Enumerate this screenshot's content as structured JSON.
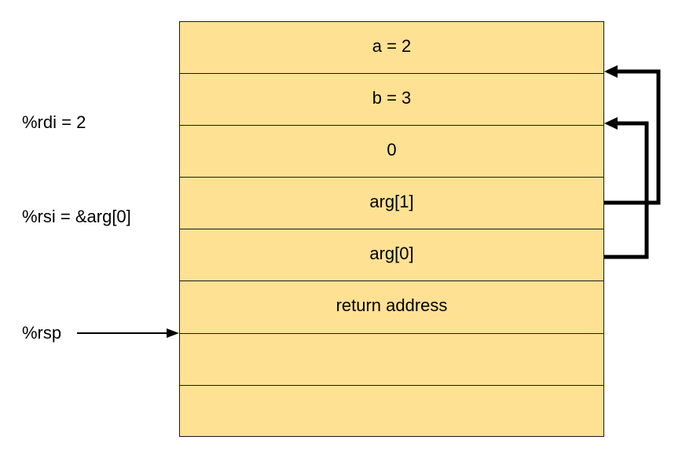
{
  "registers": {
    "rdi": "%rdi = 2",
    "rsi": "%rsi = &arg[0]",
    "rsp": "%rsp"
  },
  "stack": {
    "slots": [
      "a = 2",
      "b = 3",
      "0",
      "arg[1]",
      "arg[0]",
      "return address",
      "",
      ""
    ]
  },
  "pointers": [
    {
      "from": "arg[1]",
      "to": "a = 2"
    },
    {
      "from": "arg[0]",
      "to": "b = 3"
    }
  ],
  "colors": {
    "slot_fill": "#FFE194",
    "line": "#000000"
  }
}
